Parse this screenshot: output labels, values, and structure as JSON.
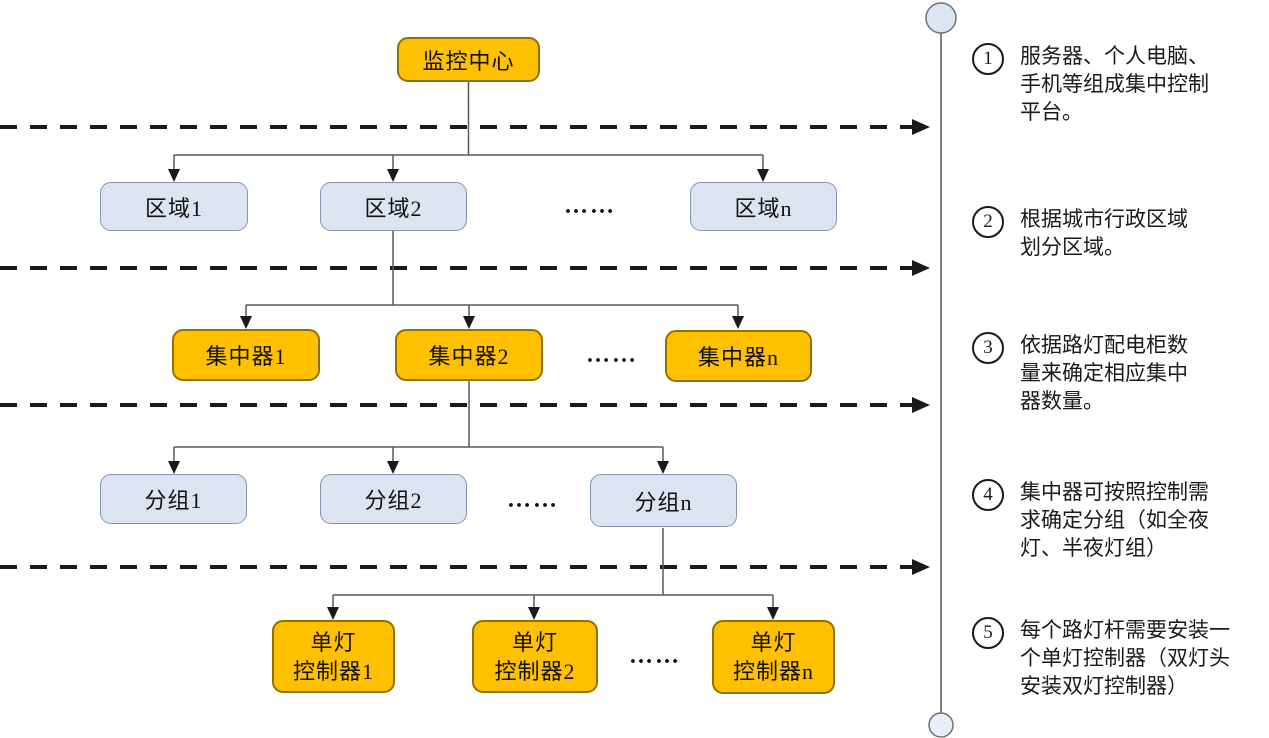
{
  "diagram": {
    "ellipsis": "……",
    "nodes": {
      "center": "监控中心",
      "area1": "区域1",
      "area2": "区域2",
      "area_n": "区域n",
      "concentrator1": "集中器1",
      "concentrator2": "集中器2",
      "concentrator_n": "集中器n",
      "group1": "分组1",
      "group2": "分组2",
      "group_n": "分组n",
      "lamp1": "单灯\n控制器1",
      "lamp2": "单灯\n控制器2",
      "lamp_n": "单灯\n控制器n"
    }
  },
  "annotations": [
    {
      "num": "1",
      "text": "服务器、个人电脑、\n手机等组成集中控制\n平台。"
    },
    {
      "num": "2",
      "text": "根据城市行政区域\n划分区域。"
    },
    {
      "num": "3",
      "text": "依据路灯配电柜数\n量来确定相应集中\n器数量。"
    },
    {
      "num": "4",
      "text": "集中器可按照控制需\n求确定分组（如全夜\n灯、半夜灯组）"
    },
    {
      "num": "5",
      "text": "每个路灯杆需要安装一\n个单灯控制器（双灯头\n安装双灯控制器）"
    }
  ],
  "colors": {
    "node_orange_fill": "#FFC000",
    "node_orange_border": "#8F7300",
    "node_light_fill": "#DCE4F1",
    "node_light_border": "#8494B2",
    "connector": "#595959",
    "dashed_line": "#1A1A1A",
    "timeline": "#808080",
    "timeline_circle_fill": "#DCE6F3"
  }
}
